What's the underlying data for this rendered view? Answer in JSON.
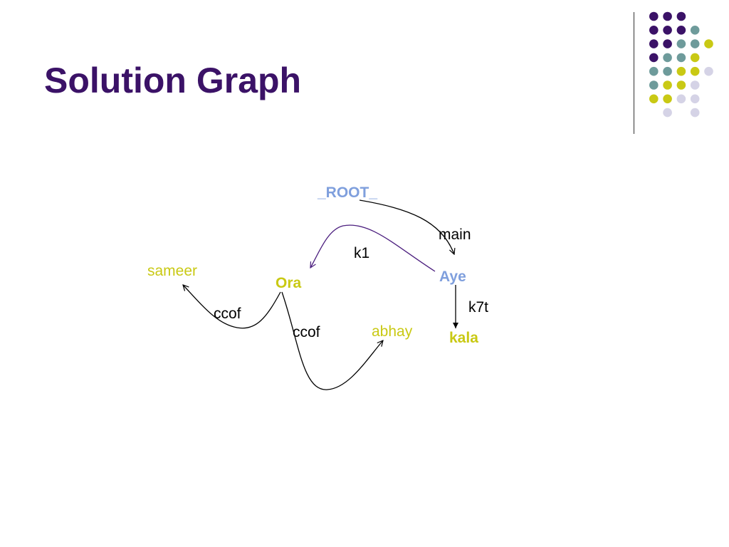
{
  "slide": {
    "title": "Solution Graph",
    "title_color": "#3b1267"
  },
  "palette": {
    "purple": "#3b1267",
    "teal": "#6e9b9b",
    "yellow": "#c9c914",
    "lavender": "#d5d3e6",
    "blue": "#7f9fdd",
    "edge_purple": "#4b1e7e"
  },
  "diagram": {
    "nodes": {
      "root": "_ROOT_",
      "aye": "Aye",
      "ora": "Ora",
      "kala": "kala",
      "sameer": "sameer",
      "abhay": "abhay"
    },
    "edges": {
      "main": "main",
      "k1": "k1",
      "k7t": "k7t",
      "ccof_sameer": "ccof",
      "ccof_abhay": "ccof"
    }
  }
}
